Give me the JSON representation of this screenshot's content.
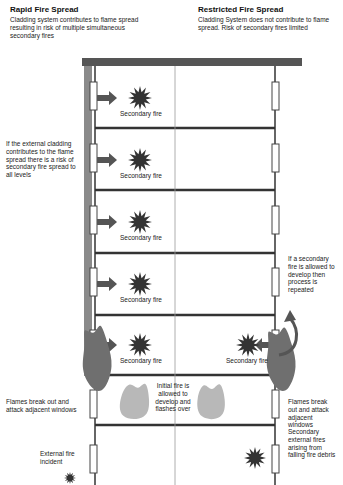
{
  "diagram": {
    "labels": [
      "Rapid Fire Spread",
      "Cladding system contributes to flame spread resulting in risk of multiple simultaneous secondary fires",
      "Restricted Fire Spread",
      "Cladding System does not contribute to flame spread. Risk of secondary fires limited",
      "If the external cladding contributes to the flame spread there is a risk of secondary fire spread to all levels",
      "Secondary fire",
      "Secondary fire",
      "Secondary fire",
      "Secondary fire",
      "Secondary fire",
      "If a secondary fire is allowed to develop then process is repeated",
      "Secondary fire",
      "Flames break out and attack adjacent windows",
      "Initial fire is allowed to develop and flashes over",
      "Flames break out and attack adjacent windows",
      "External fire incident",
      "Secondary external fires arising from falling fire debris"
    ]
  }
}
